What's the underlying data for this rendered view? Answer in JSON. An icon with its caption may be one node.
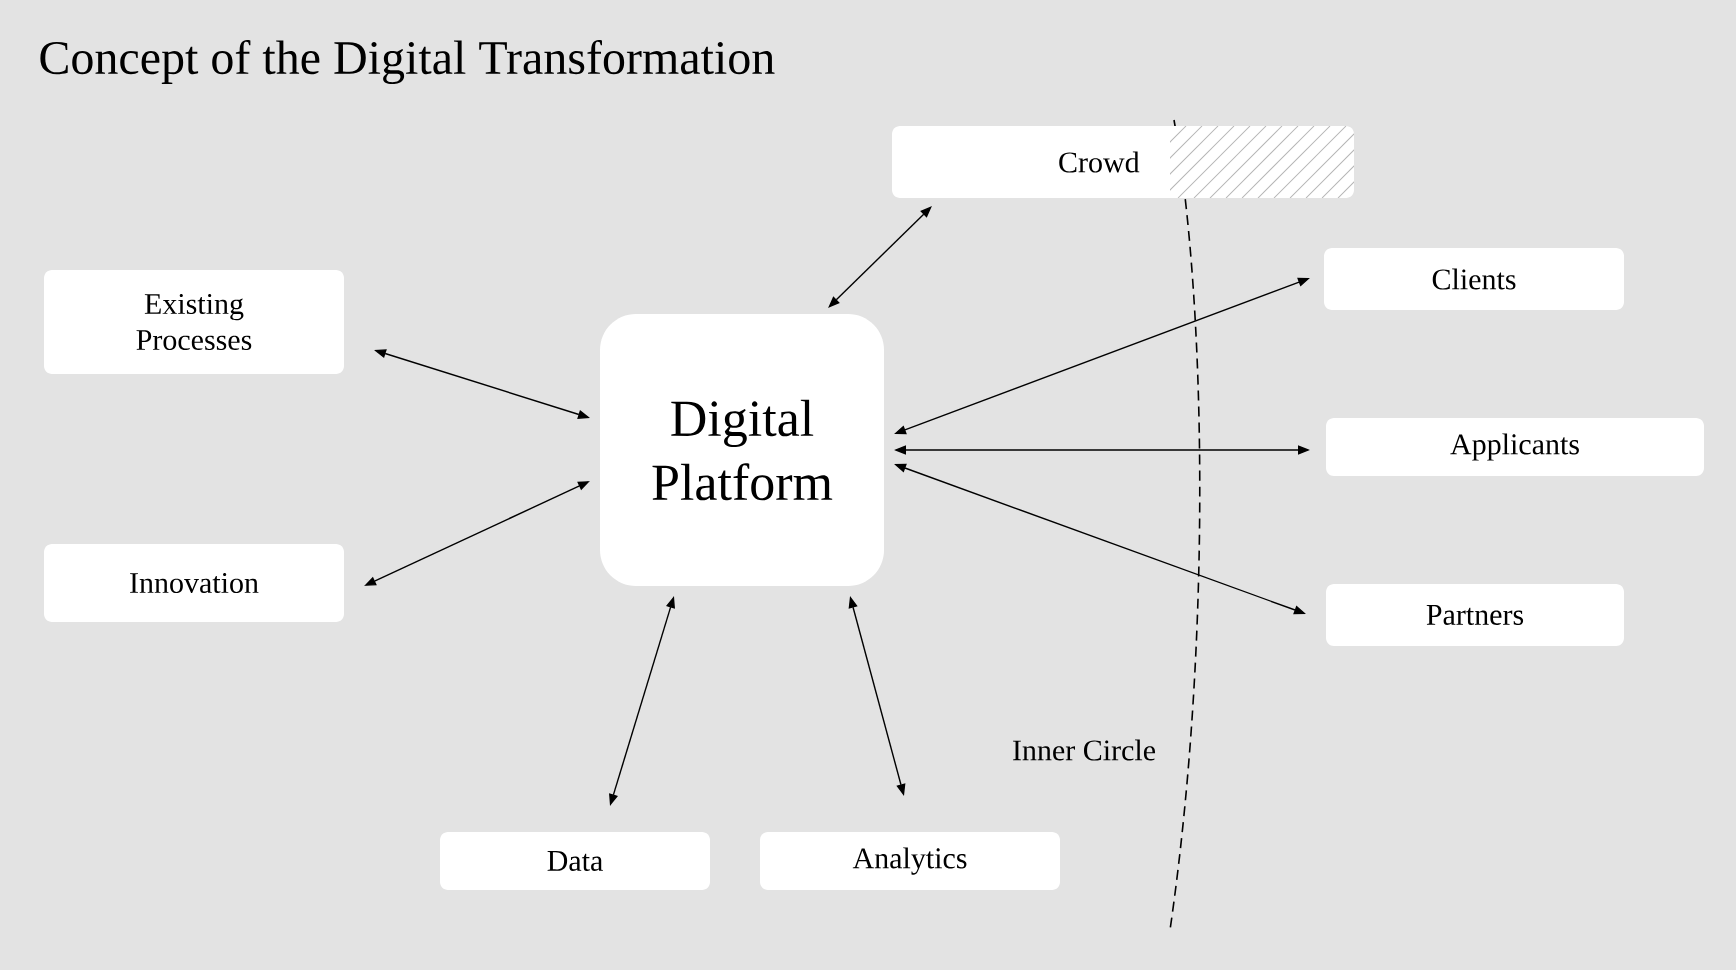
{
  "diagram": {
    "title": "Concept of the Digital Transformation",
    "nodes": [
      {
        "text": [
          "Digital Platform"
        ]
      },
      {
        "text": [
          "Existing Processes"
        ]
      },
      {
        "text": [
          "Innovation"
        ]
      },
      {
        "text": [
          "Crowd"
        ]
      },
      {
        "text": [
          "Clients"
        ]
      },
      {
        "text": [
          "Applicants"
        ]
      },
      {
        "text": [
          "Partners"
        ]
      },
      {
        "text": [
          "Data"
        ]
      },
      {
        "text": [
          "Analytics"
        ]
      }
    ],
    "edges": [
      {
        "from": 0,
        "to": 1,
        "arrow": "both"
      },
      {
        "from": 0,
        "to": 2,
        "arrow": "both"
      },
      {
        "from": 0,
        "to": 3,
        "arrow": "both"
      },
      {
        "from": 0,
        "to": 4,
        "arrow": "both"
      },
      {
        "from": 0,
        "to": 5,
        "arrow": "both"
      },
      {
        "from": 0,
        "to": 6,
        "arrow": "both"
      },
      {
        "from": 0,
        "to": 7,
        "arrow": "both"
      },
      {
        "from": 0,
        "to": 8,
        "arrow": "both"
      }
    ],
    "labels": [
      "Inner Circle"
    ]
  }
}
